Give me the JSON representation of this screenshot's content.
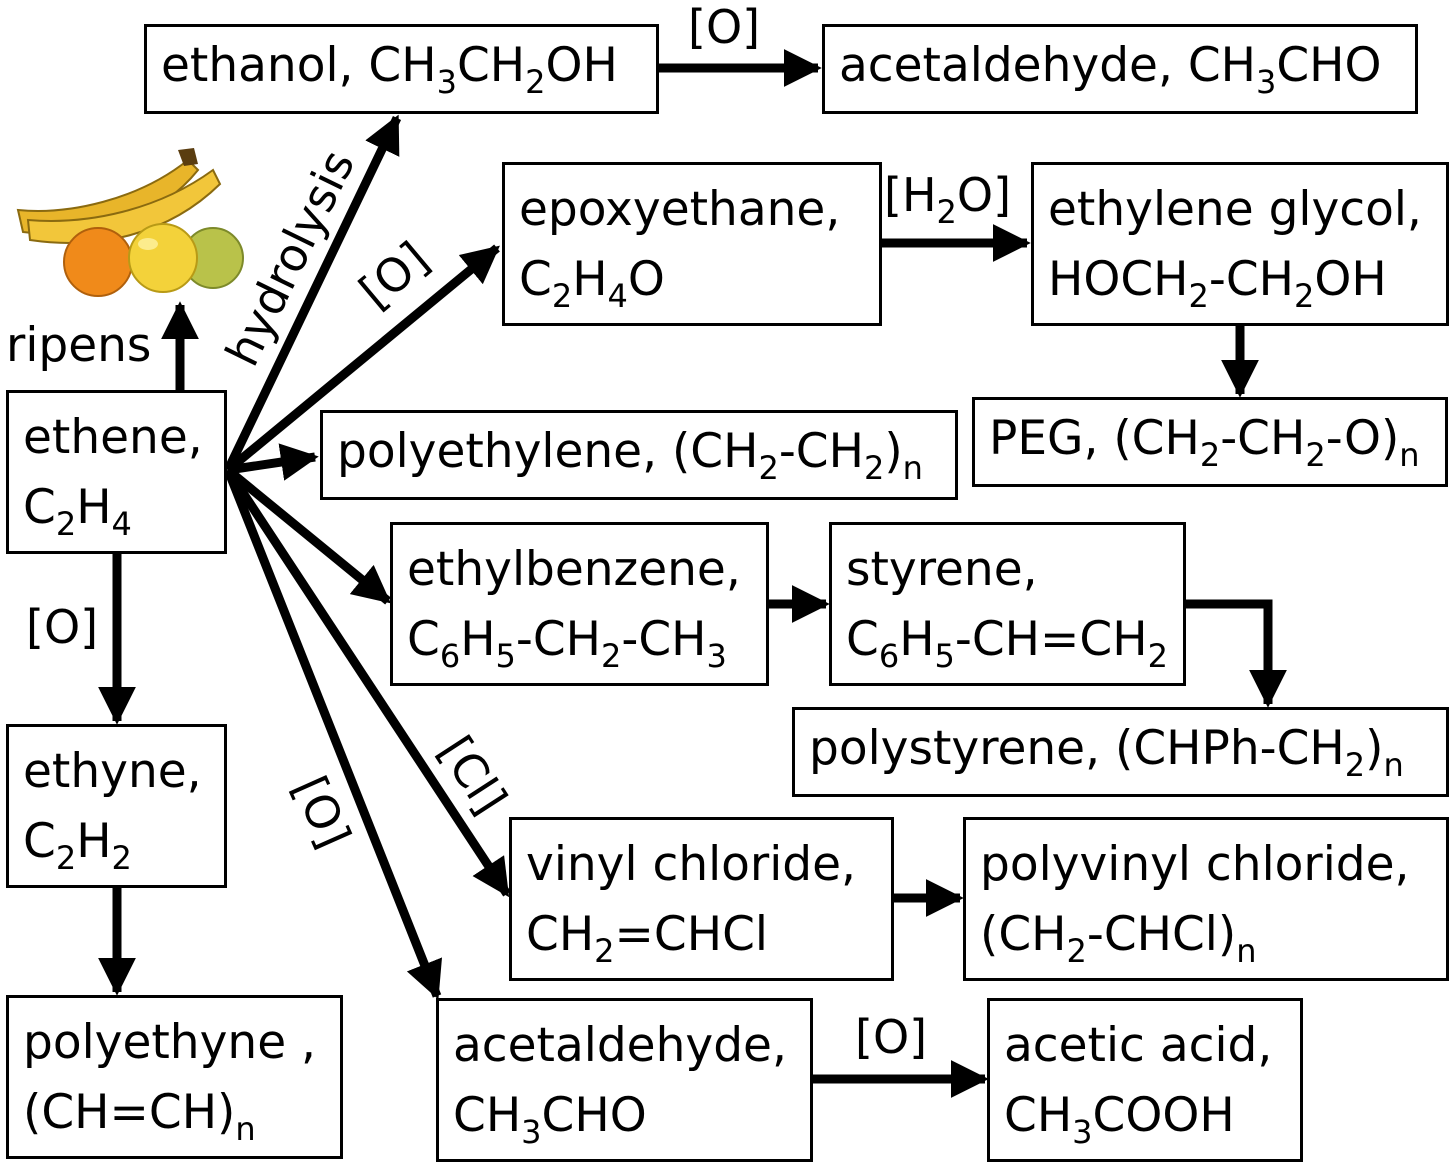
{
  "image": {
    "icon": "fruit-bowl-icon",
    "label": "ripens"
  },
  "nodes": {
    "ethene": {
      "name": "ethene,",
      "formula": [
        "C",
        "2",
        "H",
        "4"
      ]
    },
    "ethanol": {
      "text": "ethanol, CH",
      "s1": "3",
      "t2": "CH",
      "s2": "2",
      "t3": "OH"
    },
    "acetaldehyde_top": {
      "text": "acetaldehyde, CH",
      "s1": "3",
      "t2": "CHO"
    },
    "epoxyethane": {
      "name": "epoxyethane,",
      "f1": "C",
      "s1": "2",
      "f2": "H",
      "s2": "4",
      "f3": "O"
    },
    "ethylene_glycol": {
      "name": "ethylene glycol,",
      "f1": "HOCH",
      "s1": "2",
      "f2": "-CH",
      "s2": "2",
      "f3": "OH"
    },
    "polyethylene": {
      "text": "polyethylene, ",
      "f1": "(CH",
      "s1": "2",
      "f2": "-CH",
      "s2": "2",
      "f3": ")",
      "n": "n"
    },
    "peg": {
      "text": "PEG, ",
      "f1": "(CH",
      "s1": "2",
      "f2": "-CH",
      "s2": "2",
      "f3": "-O)",
      "n": "n"
    },
    "ethylbenzene": {
      "name": "ethylbenzene,",
      "f1": "C",
      "s1": "6",
      "f2": "H",
      "s2": "5",
      "f3": "-CH",
      "s3": "2",
      "f4": "-CH",
      "s4": "3"
    },
    "styrene": {
      "name": "styrene,",
      "f1": "C",
      "s1": "6",
      "f2": "H",
      "s2": "5",
      "f3": "-CH=CH",
      "s3": "2"
    },
    "polystyrene": {
      "text": "polystyrene, ",
      "f1": "(CHPh-CH",
      "s1": "2",
      "f2": ")",
      "n": "n"
    },
    "ethyne": {
      "name": "ethyne,",
      "f1": "C",
      "s1": "2",
      "f2": "H",
      "s2": "2"
    },
    "vinyl_chloride": {
      "name": "vinyl chloride,",
      "f1": "CH",
      "s1": "2",
      "f2": "=CHCl"
    },
    "polyvinyl_chloride": {
      "name": "polyvinyl chloride,",
      "f1": "(CH",
      "s1": "2",
      "f2": "-CHCl)",
      "n": "n"
    },
    "polyethyne": {
      "name": "polyethyne ,",
      "f1": "(CH=CH)",
      "n": "n"
    },
    "acetaldehyde_bottom": {
      "name": "acetaldehyde,",
      "f1": "CH",
      "s1": "3",
      "f2": "CHO"
    },
    "acetic_acid": {
      "name": "acetic acid,",
      "f1": "CH",
      "s1": "3",
      "f2": "COOH"
    }
  },
  "edge_labels": {
    "ethanol_to_acetaldehyde": "[O]",
    "hydrolysis": "hydrolysis",
    "ethene_to_epoxyethane": "[O]",
    "epoxyethane_to_glycol": {
      "a": "[H",
      "s": "2",
      "b": "O]"
    },
    "ethene_to_ethyne": "[O]",
    "ethene_to_vinyl_chloride": "[Cl]",
    "ethene_to_acetaldehyde": "[O]",
    "acetaldehyde_to_acetic_acid": "[O]"
  }
}
